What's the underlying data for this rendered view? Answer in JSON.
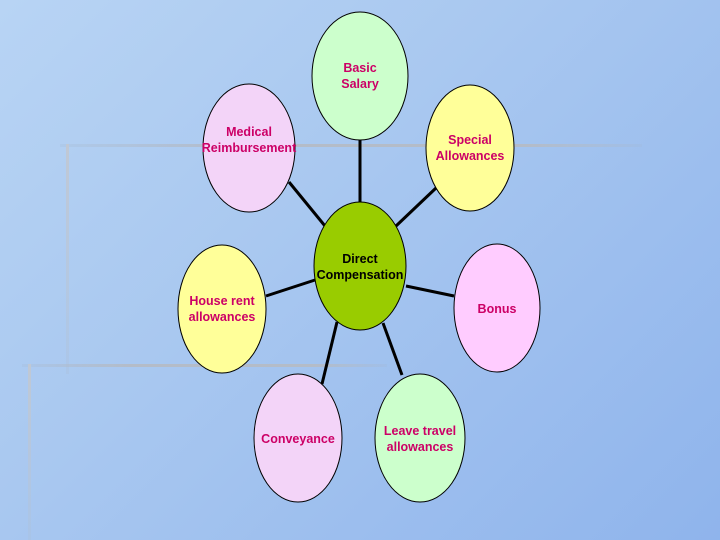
{
  "center": {
    "id": "center",
    "label": "Direct\nCompensation",
    "fill": "#99cc00",
    "text_color": "#000000"
  },
  "nodes": [
    {
      "id": "basic-salary",
      "label": "Basic\nSalary",
      "fill": "#ccffcc",
      "text_color": "#cc0066"
    },
    {
      "id": "special-allowances",
      "label": "Special\nAllowances",
      "fill": "#ffff99",
      "text_color": "#cc0066"
    },
    {
      "id": "bonus",
      "label": "Bonus",
      "fill": "#ffccff",
      "text_color": "#cc0066"
    },
    {
      "id": "leave-travel",
      "label": "Leave travel\nallowances",
      "fill": "#ccffcc",
      "text_color": "#cc0066"
    },
    {
      "id": "conveyance",
      "label": "Conveyance",
      "fill": "#f3d4f8",
      "text_color": "#cc0066"
    },
    {
      "id": "house-rent",
      "label": "House rent\nallowances",
      "fill": "#ffff99",
      "text_color": "#cc0066"
    },
    {
      "id": "medical",
      "label": "Medical\nReimbursement",
      "fill": "#f3d4f8",
      "text_color": "#cc0066"
    }
  ],
  "edges": [
    {
      "from": "center",
      "to": "basic-salary"
    },
    {
      "from": "center",
      "to": "special-allowances"
    },
    {
      "from": "center",
      "to": "bonus"
    },
    {
      "from": "center",
      "to": "leave-travel"
    },
    {
      "from": "center",
      "to": "conveyance"
    },
    {
      "from": "center",
      "to": "house-rent"
    },
    {
      "from": "center",
      "to": "medical"
    }
  ],
  "colors": {
    "node_stroke": "#000000",
    "edge": "#000000"
  }
}
